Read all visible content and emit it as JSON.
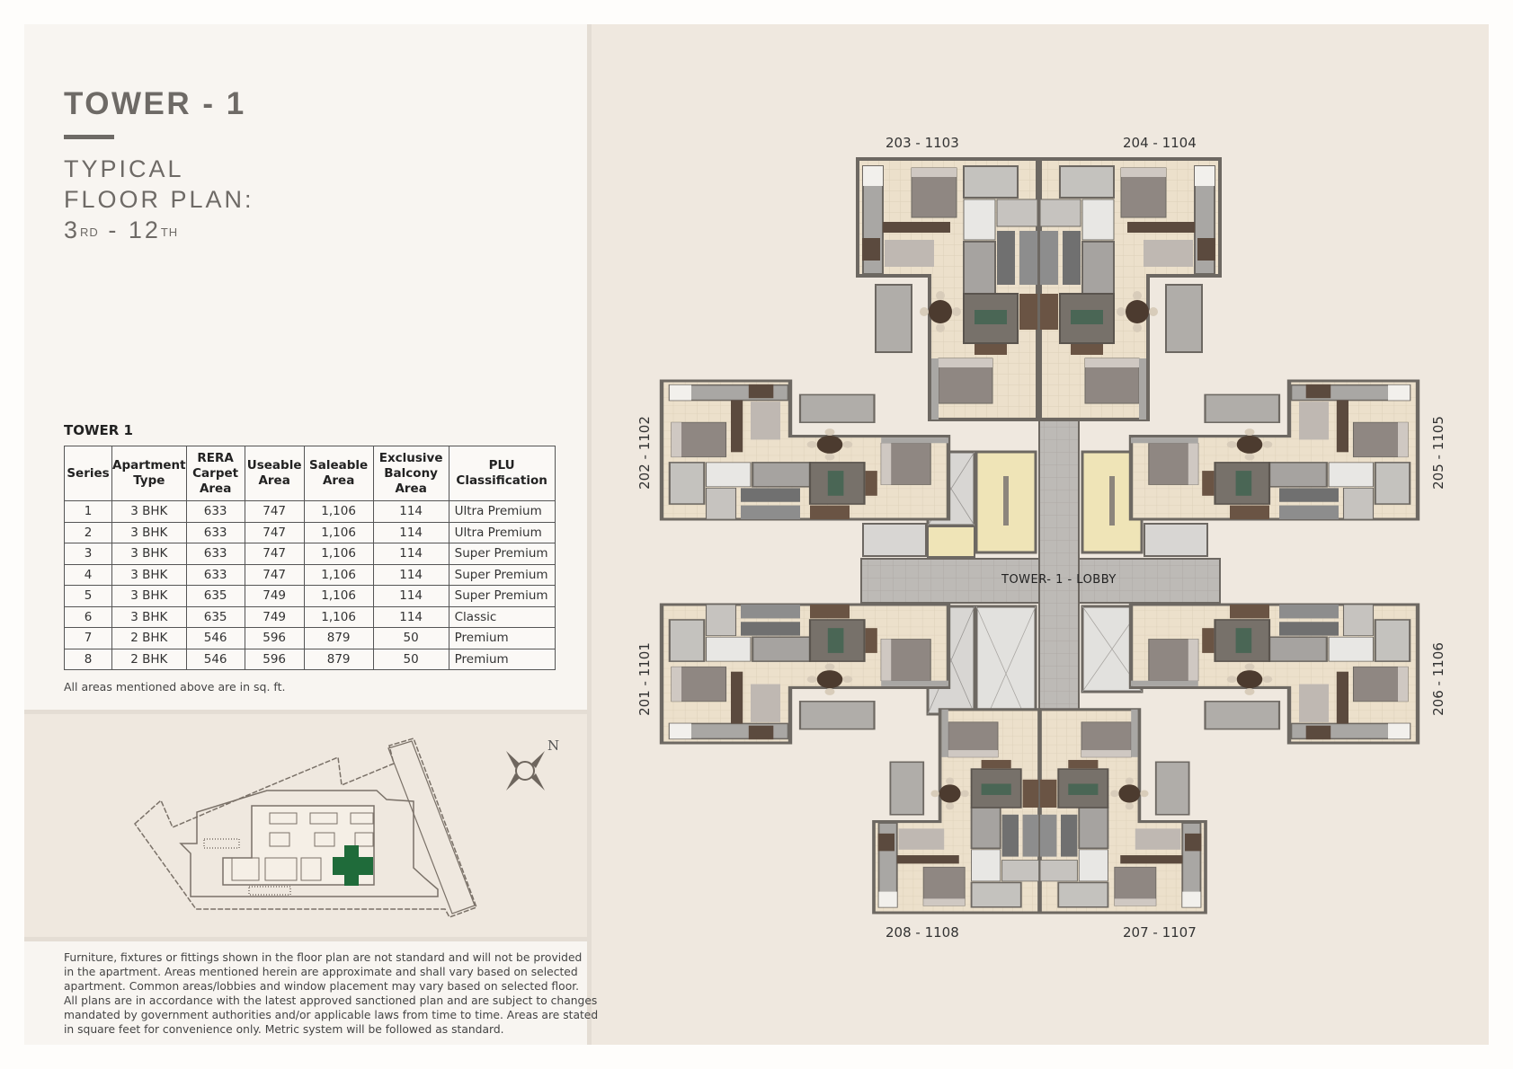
{
  "header": {
    "title": "TOWER - 1",
    "subtitle_line1": "TYPICAL",
    "subtitle_line2": "FLOOR PLAN:",
    "floor_from": "3",
    "floor_from_suffix": "RD",
    "floor_sep": " - ",
    "floor_to": "12",
    "floor_to_suffix": "TH"
  },
  "table": {
    "label": "TOWER 1",
    "columns": [
      "Series",
      "Apartment Type",
      "RERA Carpet Area",
      "Useable Area",
      "Saleable Area",
      "Exclusive Balcony Area",
      "PLU Classification"
    ],
    "rows": [
      [
        "1",
        "3 BHK",
        "633",
        "747",
        "1,106",
        "114",
        "Ultra Premium"
      ],
      [
        "2",
        "3 BHK",
        "633",
        "747",
        "1,106",
        "114",
        "Ultra Premium"
      ],
      [
        "3",
        "3 BHK",
        "633",
        "747",
        "1,106",
        "114",
        "Super Premium"
      ],
      [
        "4",
        "3 BHK",
        "633",
        "747",
        "1,106",
        "114",
        "Super Premium"
      ],
      [
        "5",
        "3 BHK",
        "635",
        "749",
        "1,106",
        "114",
        "Super Premium"
      ],
      [
        "6",
        "3 BHK",
        "635",
        "749",
        "1,106",
        "114",
        "Classic"
      ],
      [
        "7",
        "2 BHK",
        "546",
        "596",
        "879",
        "50",
        "Premium"
      ],
      [
        "8",
        "2 BHK",
        "546",
        "596",
        "879",
        "50",
        "Premium"
      ]
    ],
    "note": "All areas mentioned above are in sq. ft."
  },
  "site_plan": {
    "compass_label": "N",
    "highlight_color": "#1f6b3a"
  },
  "disclaimer": [
    "Furniture, fixtures or fittings shown in the floor plan are not standard and will not be provided",
    "in the apartment. Areas mentioned herein are approximate and shall vary based on selected",
    "apartment. Common areas/lobbies and window placement may vary based on selected floor.",
    "All plans are in accordance with the latest approved sanctioned plan and are subject to changes",
    "mandated by government authorities and/or applicable laws from time to time. Areas are stated",
    "in square feet for convenience only. Metric system will be followed as standard."
  ],
  "floor_plan": {
    "units": {
      "top_left": "203 - 1103",
      "top_right": "204 - 1104",
      "left_upper": "202 - 1102",
      "left_lower": "201 - 1101",
      "right_upper": "205 - 1105",
      "right_lower": "206 - 1106",
      "bottom_left": "208 - 1108",
      "bottom_right": "207 - 1107"
    },
    "lobby_label": "TOWER- 1 - LOBBY"
  }
}
